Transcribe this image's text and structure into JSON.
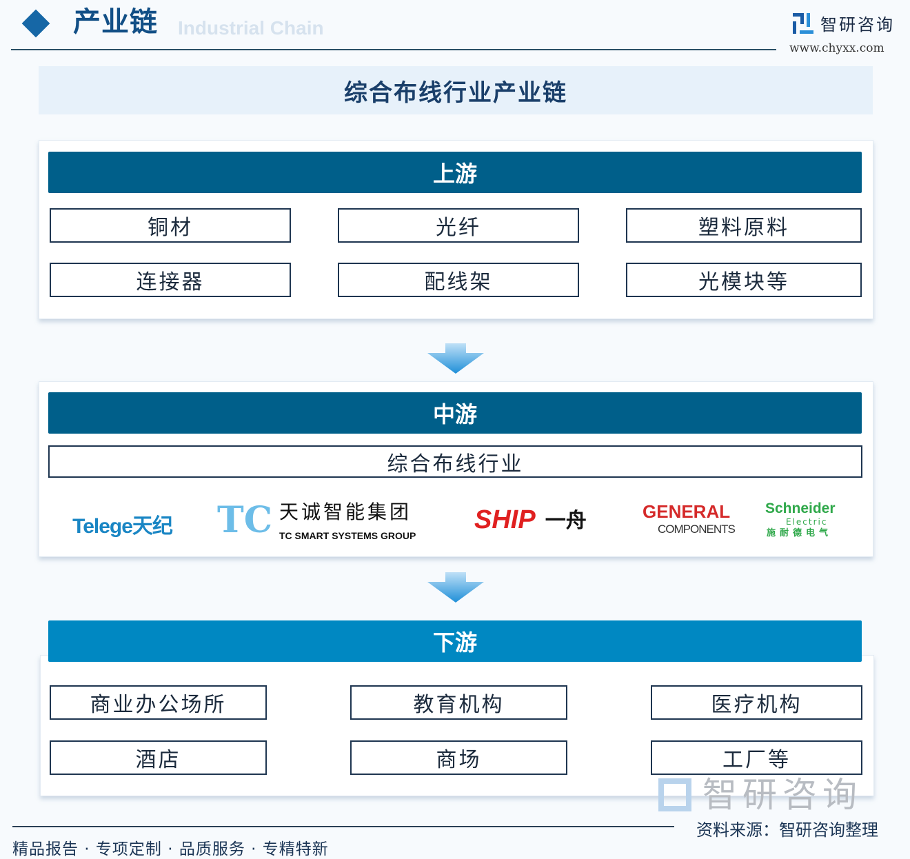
{
  "header": {
    "title": "产业链",
    "subtitle": "Industrial Chain",
    "brand": "智研咨询",
    "url": "www.chyxx.com"
  },
  "diagram_title": "综合布线行业产业链",
  "upstream": {
    "label": "上游",
    "items": [
      "铜材",
      "光纤",
      "塑料原料",
      "连接器",
      "配线架",
      "光模块等"
    ]
  },
  "midstream": {
    "label": "中游",
    "industry": "综合布线行业",
    "companies": [
      {
        "name": "Telege天纪"
      },
      {
        "name": "天诚智能集团",
        "sub": "TC SMART SYSTEMS GROUP",
        "mark": "TC"
      },
      {
        "name": "SHIP",
        "sub": "一舟"
      },
      {
        "name": "GENERAL",
        "sub": "COMPONENTS"
      },
      {
        "name": "Schneider",
        "sub": "Electric",
        "cn": "施耐德电气"
      }
    ]
  },
  "downstream": {
    "label": "下游",
    "items": [
      "商业办公场所",
      "教育机构",
      "医疗机构",
      "酒店",
      "商场",
      "工厂等"
    ]
  },
  "footer": {
    "slogan": "精品报告 · 专项定制 · 品质服务 · 专精特新",
    "source": "资料来源：智研咨询整理",
    "watermark": "智研咨询"
  },
  "colors": {
    "upstream_bar": "#005f8a",
    "midstream_bar": "#005f8a",
    "downstream_bar": "#0088c2"
  }
}
